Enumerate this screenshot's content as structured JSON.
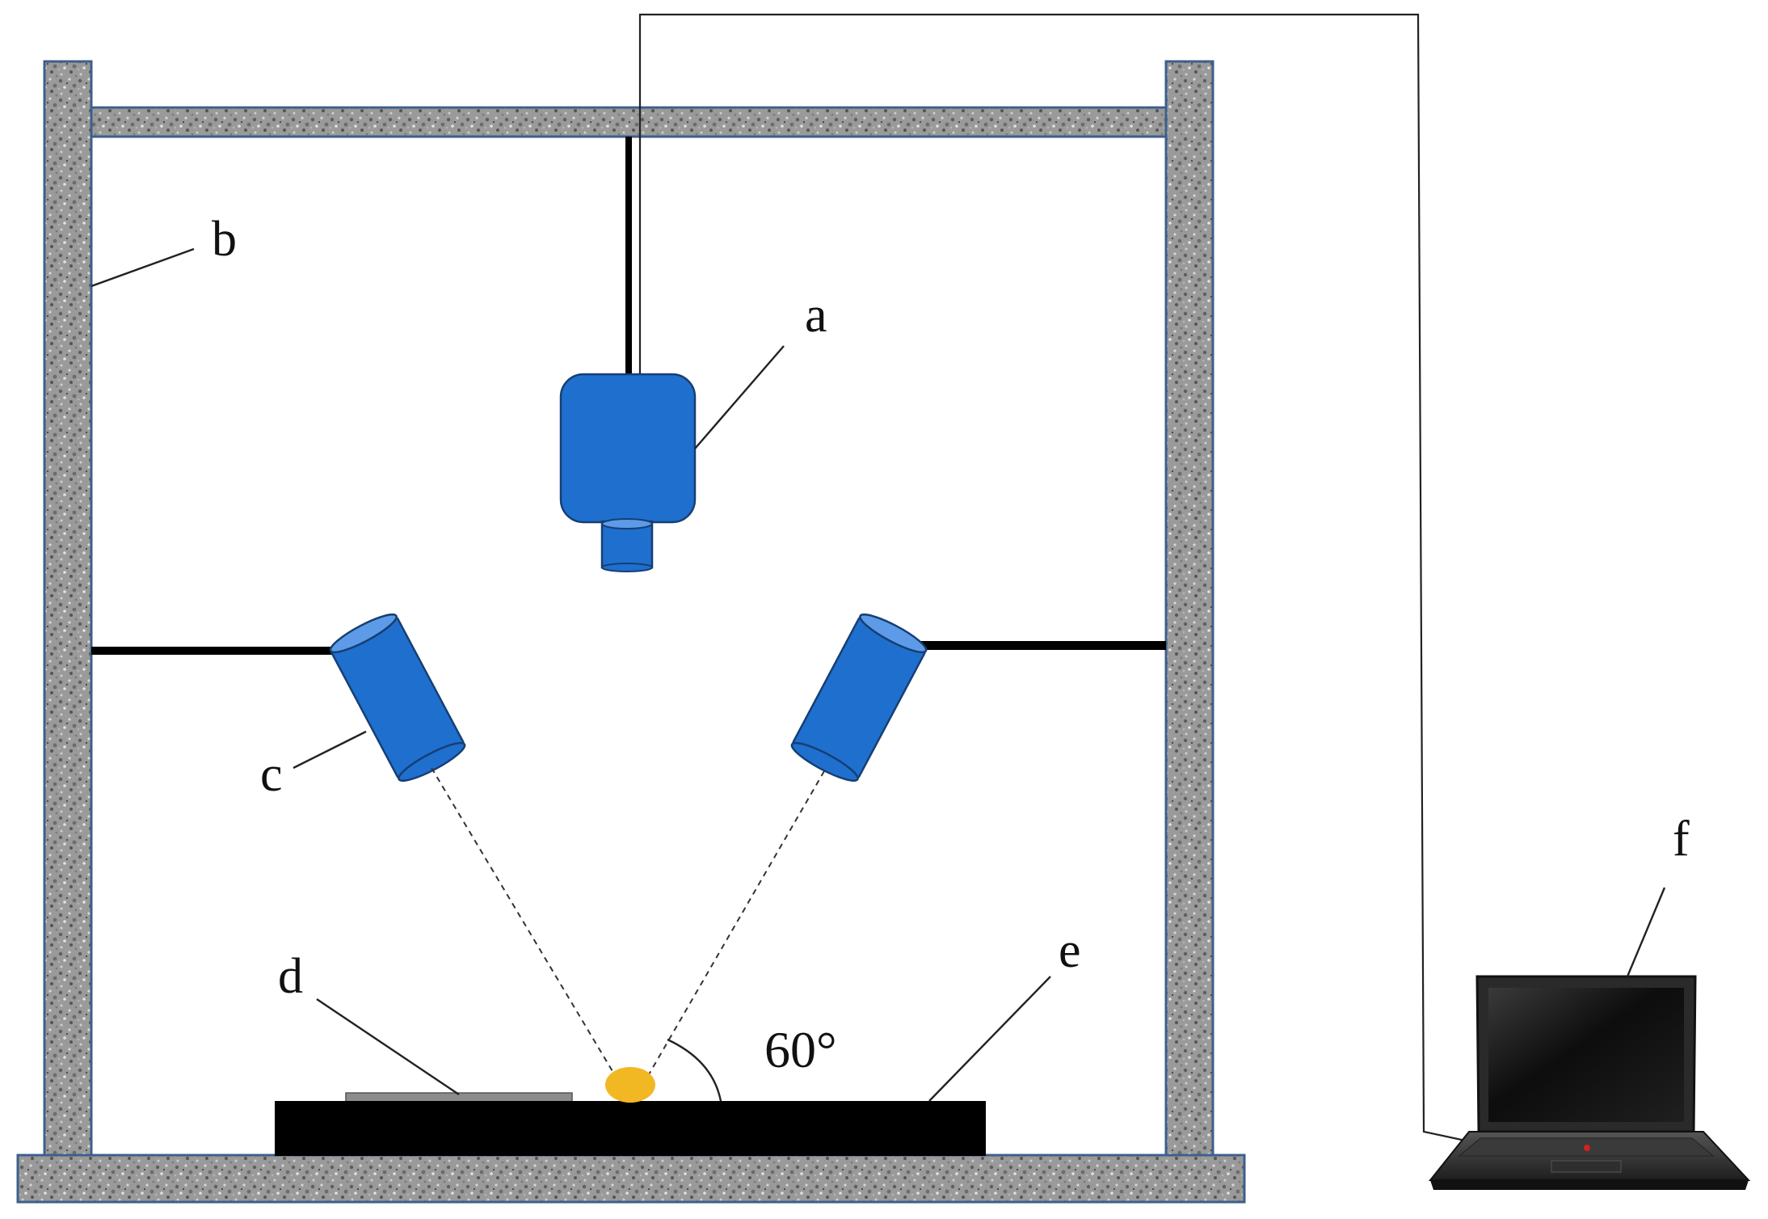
{
  "labels": {
    "a": "a",
    "b": "b",
    "c": "c",
    "d": "d",
    "e": "e",
    "f": "f"
  },
  "angle_label": "60°",
  "colors": {
    "camera_light": "#1f6fcf",
    "sample": "#f2b824",
    "platform": "#000000",
    "frame_outline": "#3d5f8c"
  }
}
